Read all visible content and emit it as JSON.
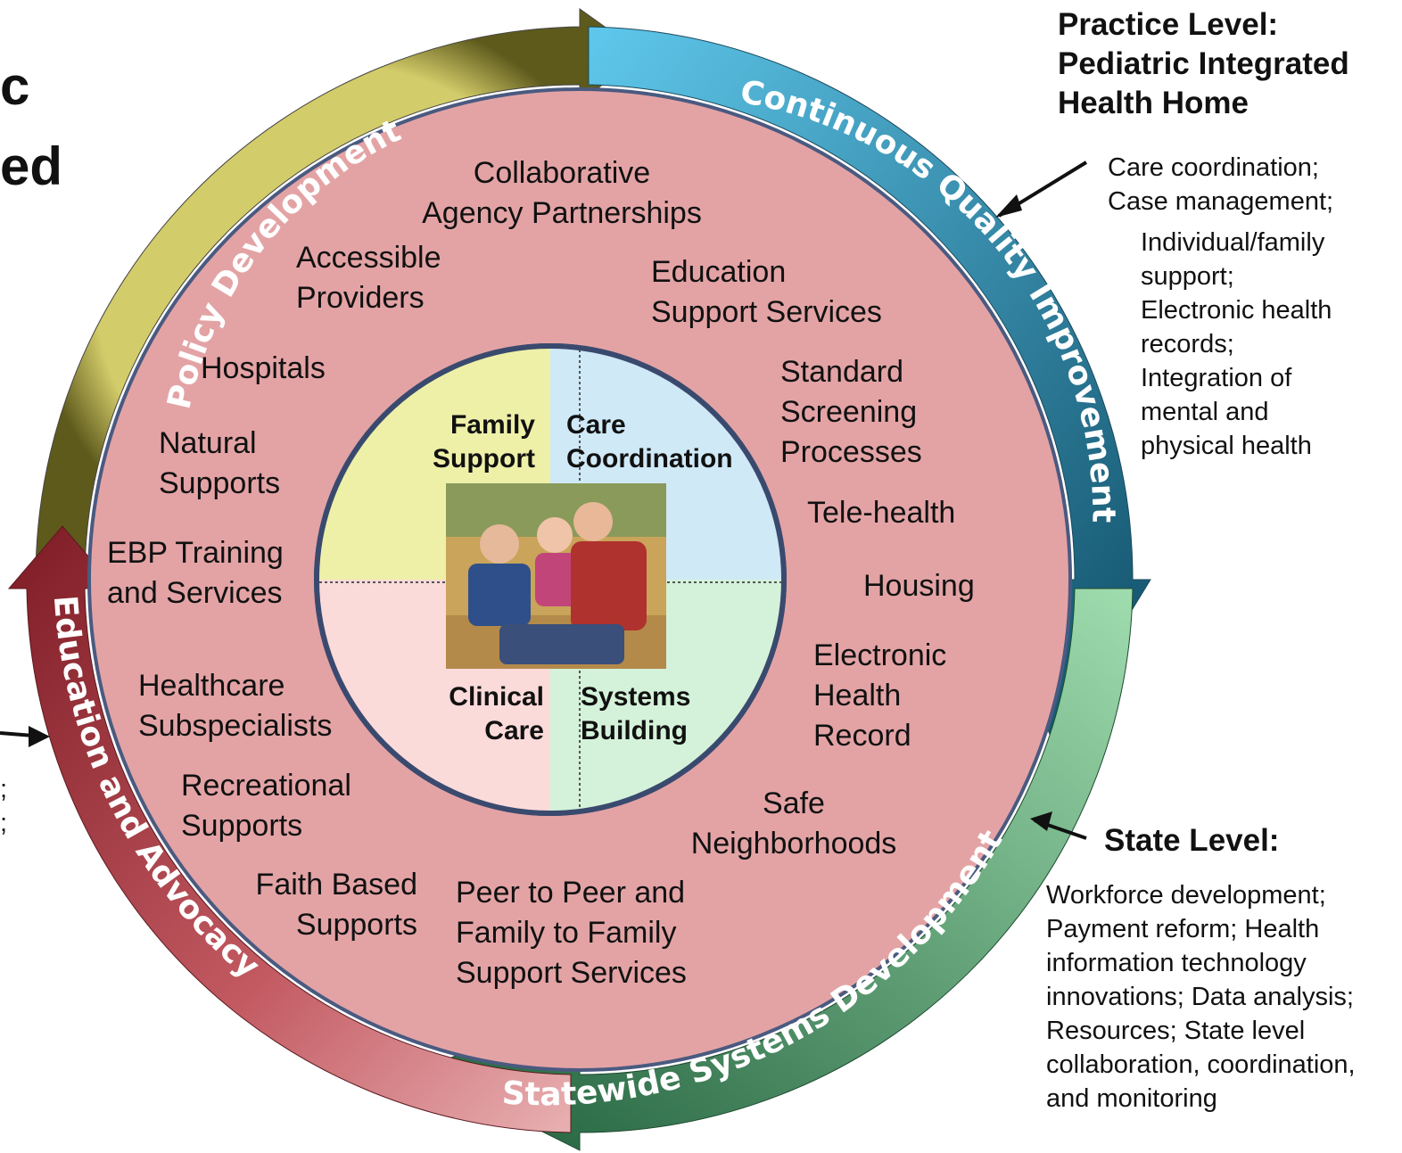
{
  "left_title": {
    "line1": "c",
    "line2": "ed"
  },
  "left_fragments": {
    "frag1": ";",
    "frag2": ";"
  },
  "outer_ring": {
    "policy": "Policy",
    "development_top": "Development",
    "continuous": "Continuous",
    "quality": "Quality",
    "improvement": "Improvement",
    "development_bottom": "Development",
    "systems": "Systems",
    "statewide": "Statewide",
    "advocacy": "Advocacy",
    "and": "and",
    "education": "Education"
  },
  "services": {
    "collaborative": [
      "Collaborative",
      "Agency Partnerships"
    ],
    "accessible": [
      "Accessible",
      "Providers"
    ],
    "education_support": [
      "Education",
      "Support Services"
    ],
    "hospitals": [
      "Hospitals"
    ],
    "standard_screening": [
      "Standard",
      "Screening",
      "Processes"
    ],
    "natural_supports": [
      "Natural",
      "Supports"
    ],
    "telehealth": [
      "Tele-health"
    ],
    "ebp": [
      "EBP Training",
      "and Services"
    ],
    "housing": [
      "Housing"
    ],
    "ehr": [
      "Electronic",
      "Health",
      "Record"
    ],
    "subspecialists": [
      "Healthcare",
      "Subspecialists"
    ],
    "recreational": [
      "Recreational",
      "Supports"
    ],
    "safe": [
      "Safe",
      "Neighborhoods"
    ],
    "faith": [
      "Faith Based",
      "Supports"
    ],
    "peer": [
      "Peer to Peer and",
      "Family to Family",
      "Support Services"
    ]
  },
  "quadrants": {
    "family_support": [
      "Family",
      "Support"
    ],
    "care_coordination": [
      "Care",
      "Coordination"
    ],
    "clinical_care": [
      "Clinical",
      "Care"
    ],
    "systems_building": [
      "Systems",
      "Building"
    ]
  },
  "practice_level": {
    "title": [
      "Practice Level:",
      "Pediatric Integrated",
      "Health Home"
    ],
    "items_a": [
      "Care coordination;",
      "Case management;"
    ],
    "items_b": [
      "Individual/family",
      "support;",
      "Electronic health",
      "records;",
      "Integration of",
      "mental and",
      "physical health"
    ]
  },
  "state_level": {
    "title": "State Level:",
    "items": [
      "Workforce development;",
      "Payment reform; Health",
      "information technology",
      "innovations; Data analysis;",
      "Resources; State level",
      "collaboration, coordination,",
      "and monitoring"
    ]
  },
  "colors": {
    "ring_olive": "#b7b04a",
    "ring_blue": "#1f7fa3",
    "ring_green": "#3f9a64",
    "ring_red": "#a5313a",
    "pink_disc": "#e3a3a5",
    "quad_yellow": "#eef0a8",
    "quad_blue": "#cfe9f7",
    "quad_pink": "#fbdada",
    "quad_green": "#d4f2d9"
  }
}
